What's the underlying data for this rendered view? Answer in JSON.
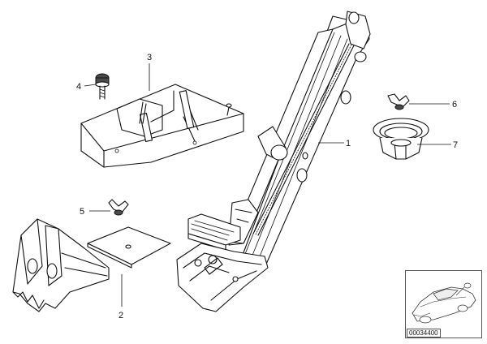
{
  "callouts": [
    {
      "id": "1",
      "label": "1"
    },
    {
      "id": "2",
      "label": "2"
    },
    {
      "id": "3",
      "label": "3"
    },
    {
      "id": "4",
      "label": "4"
    },
    {
      "id": "5",
      "label": "5"
    },
    {
      "id": "6",
      "label": "6"
    },
    {
      "id": "7",
      "label": "7"
    }
  ],
  "diagram_id": "00034400"
}
